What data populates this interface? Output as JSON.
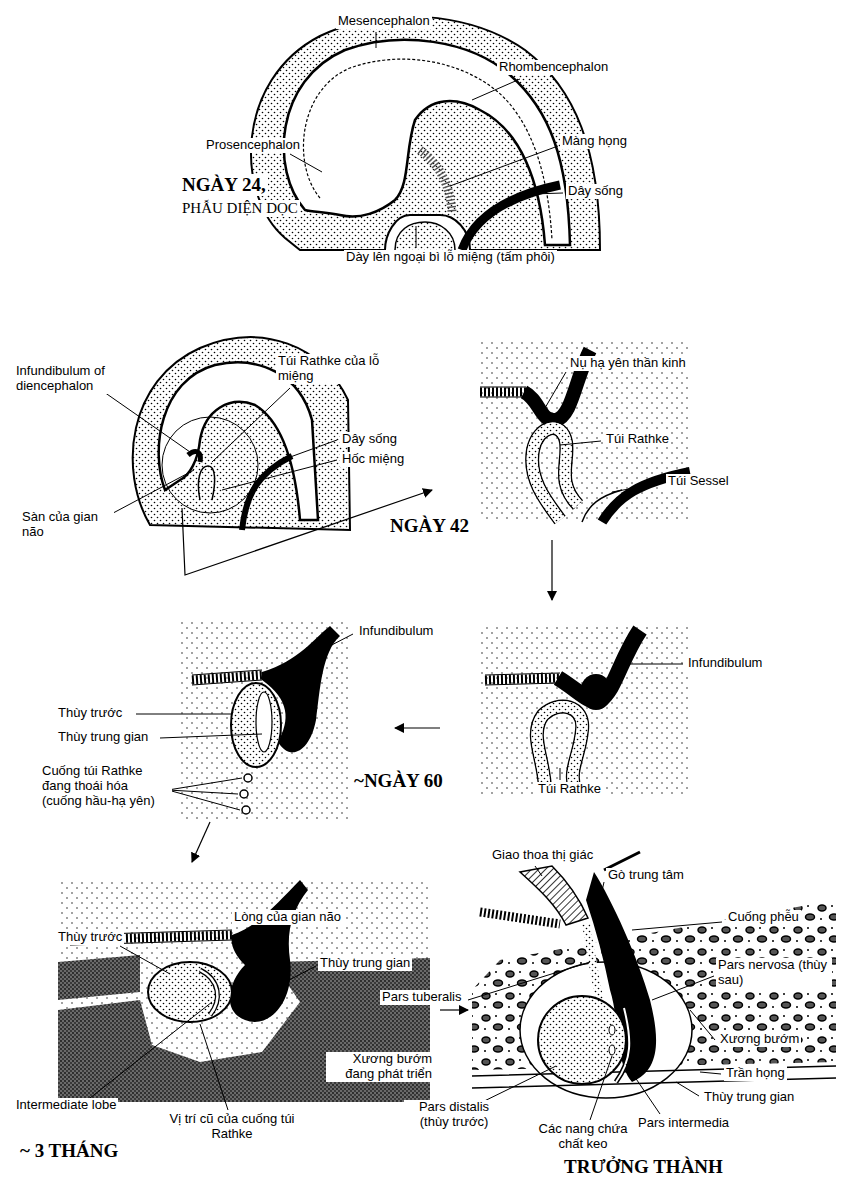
{
  "diagram": {
    "labels": [
      "Mesencephalon",
      "Rhombencephalon",
      "Prosencephalon",
      "Màng họng",
      "NGÀY 24,",
      "PHẪU DIỆN DỌC",
      "Dây sống",
      "Dày lên ngoại bì lỗ miệng (tấm phôi)",
      "Infundibulum of diencephalon",
      "Túi Rathke của lỗ miệng",
      "Dây sống",
      "Hốc miệng",
      "Sàn của gian não",
      "Nụ hạ yên thần kinh",
      "Túi Rathke",
      "Túi Sessel",
      "NGÀY 42",
      "Infundibulum",
      "Infundibulum",
      "Thùy trước",
      "Thùy trung gian",
      "Cuống túi Rathke đang thoái hóa (cuống hầu-hạ yên)",
      "~NGÀY 60",
      "Túi Rathke",
      "Lòng của gian não",
      "Thùy trước",
      "Thùy trung gian",
      "Xương bướm đang phát triển",
      "Intermediate lobe",
      "Vị trí cũ của cuống túi Rathke",
      "~ 3 THÁNG",
      "Giao thoa thị giác",
      "Gò trung tâm",
      "Cuống phễu",
      "Pars tuberalis",
      "Pars nervosa (thùy sau)",
      "Xương bướm",
      "Trần họng",
      "Thùy trung gian",
      "Pars distalis (thùy trước)",
      "Các nang chứa chất keo",
      "Pars intermedia",
      "TRƯỞNG THÀNH"
    ]
  }
}
